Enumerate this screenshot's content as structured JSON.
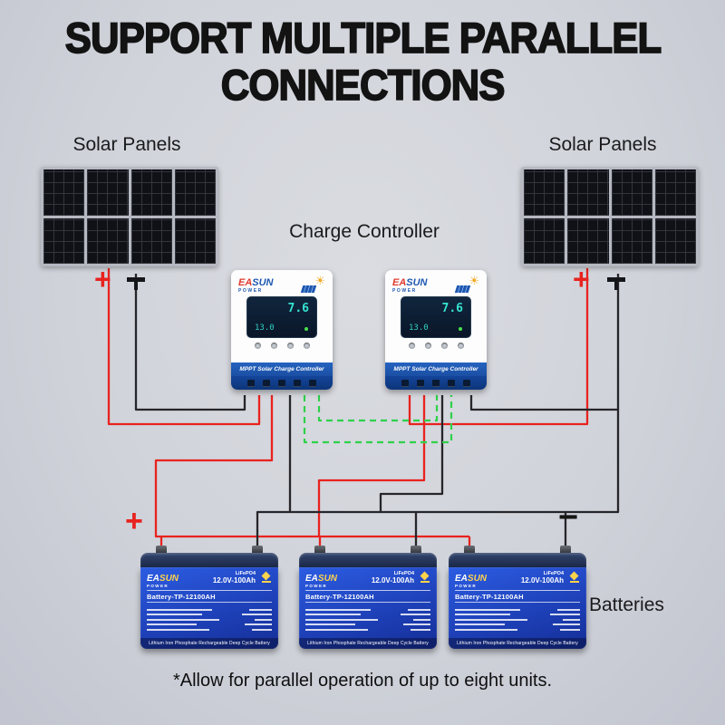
{
  "title": {
    "line1": "SUPPORT MULTIPLE PARALLEL",
    "line2": "CONNECTIONS"
  },
  "labels": {
    "solar_left": "Solar Panels",
    "solar_right": "Solar Panels",
    "controller": "Charge Controller",
    "batteries": "Batteries",
    "footnote": "*Allow for parallel operation of up to eight units."
  },
  "symbols": {
    "plus": "+",
    "minus": "−"
  },
  "controller": {
    "brand_ea": "EA",
    "brand_sun": "SUN",
    "brand_power": "POWER",
    "band": "MPPT Solar Charge Controller",
    "screen": {
      "main": "7.6",
      "sub": "13.0"
    }
  },
  "battery": {
    "brand_ea": "EA",
    "brand_sun": "SUN",
    "brand_power": "POWER",
    "chem": "LiFePO4",
    "rating": "12.0V-100Ah",
    "model": "Battery-TP-12100AH",
    "footer": "Lithium Iron Phosphate Rechargeable Deep Cycle Battery"
  },
  "colors": {
    "wire_positive": "#e8231f",
    "wire_negative": "#26262a",
    "wire_parallel": "#2fd14a",
    "controller_band": "#1d57b0",
    "battery_body": "#1e46c8",
    "background": "#cfd2d9"
  }
}
